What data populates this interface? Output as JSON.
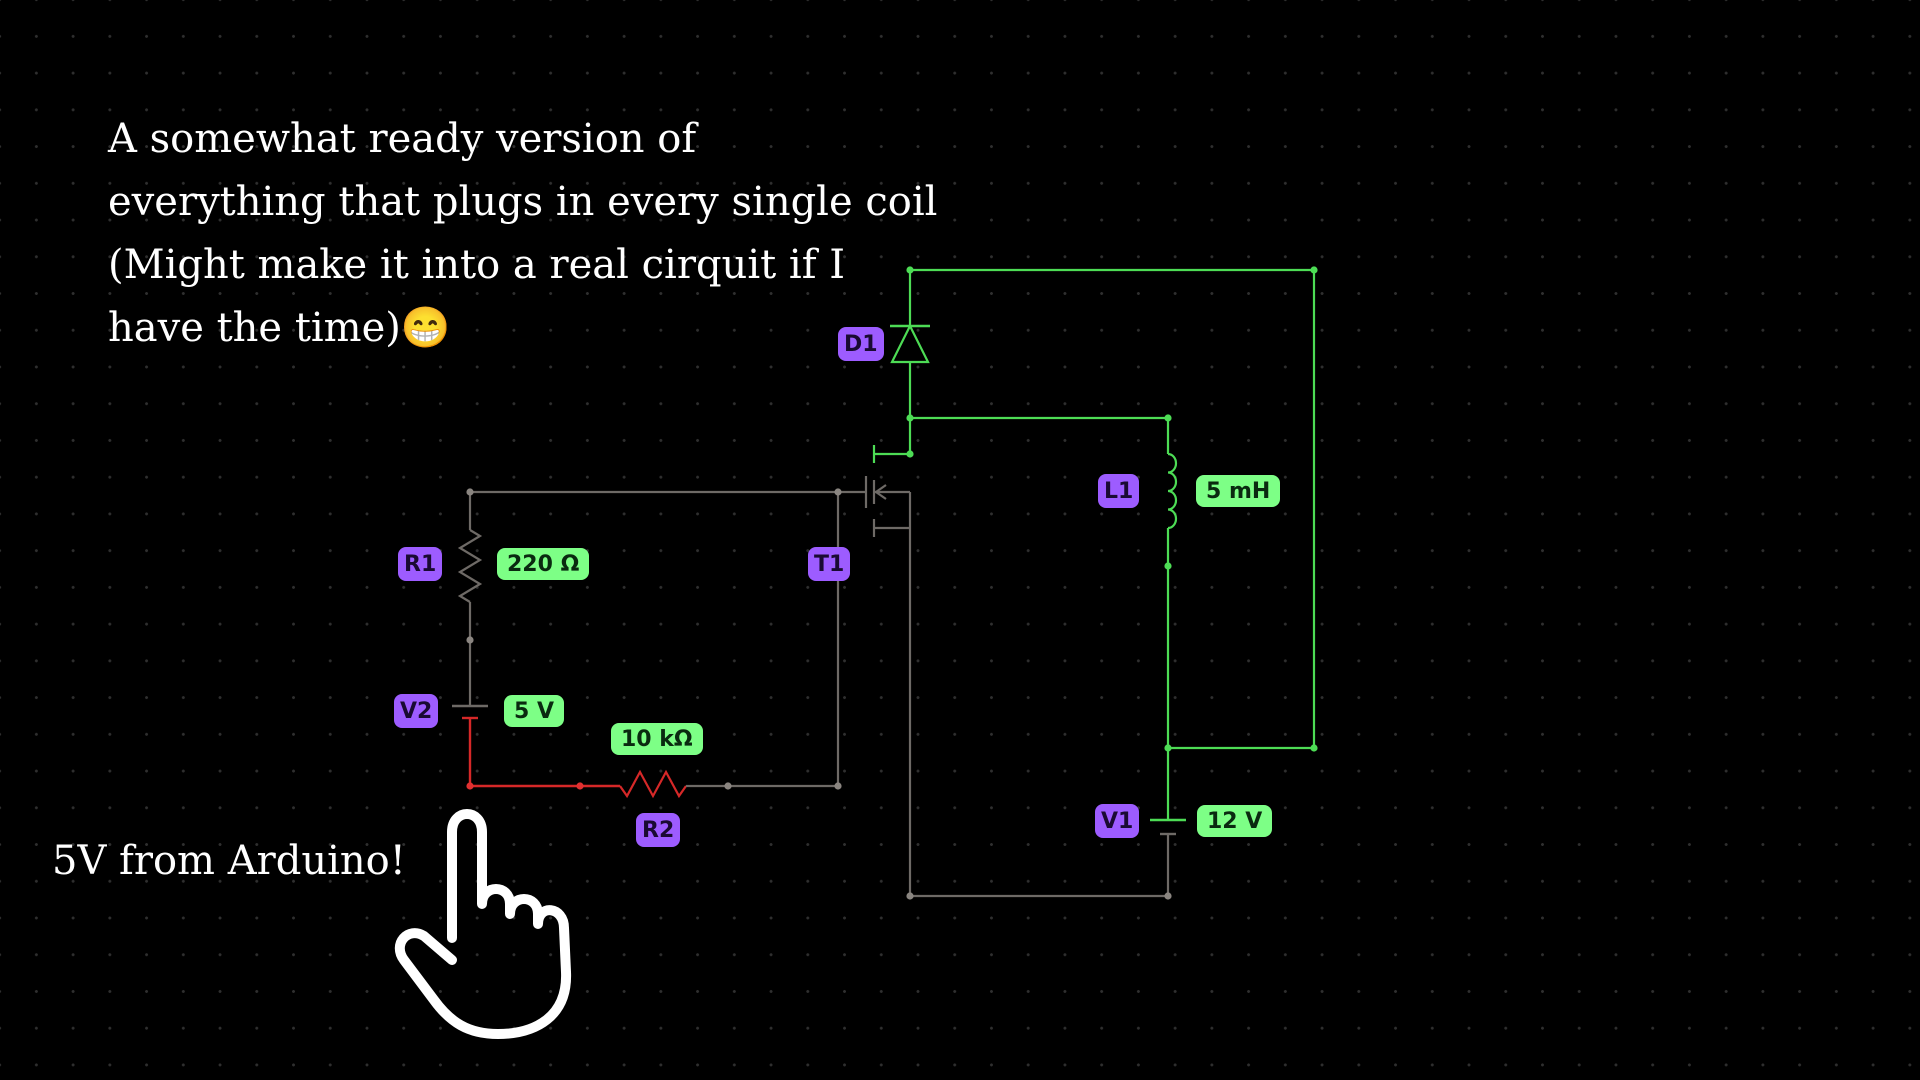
{
  "notes": {
    "main_lines": [
      "A somewhat ready version of",
      "everything that plugs in every single coil",
      "(Might make it into a real cirquit if I",
      "have the time)😁"
    ],
    "arduino": "5V from Arduino!"
  },
  "components": {
    "D1": {
      "ref": "D1"
    },
    "L1": {
      "ref": "L1",
      "value": "5 mH"
    },
    "R1": {
      "ref": "R1",
      "value": "220 Ω"
    },
    "R2": {
      "ref": "R2",
      "value": "10 kΩ"
    },
    "T1": {
      "ref": "T1"
    },
    "V1": {
      "ref": "V1",
      "value": "12 V"
    },
    "V2": {
      "ref": "V2",
      "value": "5 V"
    }
  },
  "colors": {
    "background": "#000000",
    "grid_dot": "#2f2f2f",
    "wire_active": "#4ddc55",
    "wire_idle": "#6e6a66",
    "wire_source": "#d62828",
    "ref_badge": "#9d5cff",
    "value_badge": "#7dff86",
    "text": "#ffffff"
  },
  "icons": {
    "pointer": "pointing-hand-icon"
  }
}
